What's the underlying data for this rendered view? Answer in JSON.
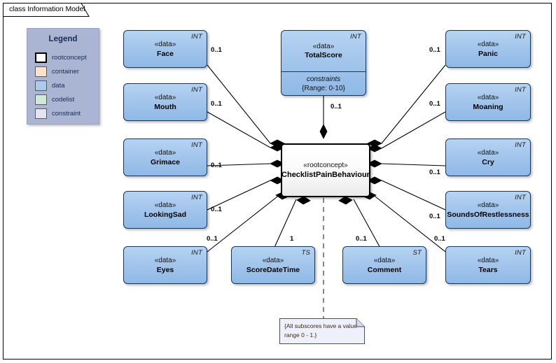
{
  "diagram": {
    "title": "class Information Model",
    "frame_border_color": "#000000",
    "background": "#ffffff"
  },
  "legend": {
    "title": "Legend",
    "panel_color": "#aab5d4",
    "items": [
      {
        "label": "rootconcept",
        "color": "#ffffff"
      },
      {
        "label": "container",
        "color": "#fae3cd"
      },
      {
        "label": "data",
        "color": "#a8cbef"
      },
      {
        "label": "codelist",
        "color": "#cfe8d8"
      },
      {
        "label": "constraint",
        "color": "#e2e3f3"
      }
    ]
  },
  "root": {
    "stereotype": "«rootconcept»",
    "name": "ChecklistPainBehaviour"
  },
  "nodes": [
    {
      "id": "totalscore",
      "stereotype": "«data»",
      "name": "TotalScore",
      "type": "INT",
      "constraints_title": "constraints",
      "constraints_value": "{Range: 0-10}",
      "multiplicity": "0..1"
    },
    {
      "id": "face",
      "stereotype": "«data»",
      "name": "Face",
      "type": "INT",
      "multiplicity": "0..1"
    },
    {
      "id": "mouth",
      "stereotype": "«data»",
      "name": "Mouth",
      "type": "INT",
      "multiplicity": "0..1"
    },
    {
      "id": "grimace",
      "stereotype": "«data»",
      "name": "Grimace",
      "type": "INT",
      "multiplicity": "0..1"
    },
    {
      "id": "lookingsad",
      "stereotype": "«data»",
      "name": "LookingSad",
      "type": "INT",
      "multiplicity": "0..1"
    },
    {
      "id": "eyes",
      "stereotype": "«data»",
      "name": "Eyes",
      "type": "INT",
      "multiplicity": "0..1"
    },
    {
      "id": "scoredatetime",
      "stereotype": "«data»",
      "name": "ScoreDateTime",
      "type": "TS",
      "multiplicity": "1"
    },
    {
      "id": "comment",
      "stereotype": "«data»",
      "name": "Comment",
      "type": "ST",
      "multiplicity": "0..1"
    },
    {
      "id": "tears",
      "stereotype": "«data»",
      "name": "Tears",
      "type": "INT",
      "multiplicity": "0..1"
    },
    {
      "id": "panic",
      "stereotype": "«data»",
      "name": "Panic",
      "type": "INT",
      "multiplicity": "0..1"
    },
    {
      "id": "moaning",
      "stereotype": "«data»",
      "name": "Moaning",
      "type": "INT",
      "multiplicity": "0..1"
    },
    {
      "id": "cry",
      "stereotype": "«data»",
      "name": "Cry",
      "type": "INT",
      "multiplicity": "0..1"
    },
    {
      "id": "restlessness",
      "stereotype": "«data»",
      "name": "SoundsOfRestlessness",
      "type": "INT",
      "multiplicity": "0..1"
    }
  ],
  "note": {
    "text": "{All subscores have a value range 0 - 1.}"
  }
}
